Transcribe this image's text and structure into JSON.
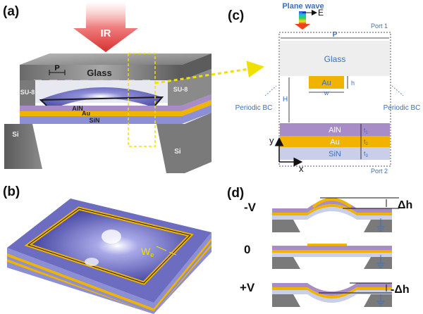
{
  "panels": {
    "a": {
      "label": "(a)",
      "beam": "IR",
      "period": "P",
      "glass": "Glass",
      "su8_left": "SU-8",
      "su8_right": "SU-8",
      "layers": [
        "AlN",
        "Au",
        "SiN"
      ],
      "si_left": "Si",
      "si_right": "Si"
    },
    "b": {
      "label": "(b)",
      "width_label": "W",
      "width_sub": "e"
    },
    "c": {
      "label": "(c)",
      "source": "Plane wave",
      "field": "E",
      "port1": "Port 1",
      "port2": "Port 2",
      "period": "P",
      "glass": "Glass",
      "au": "Au",
      "h": "h",
      "w": "w",
      "H": "H",
      "bc_left": "Periodic BC",
      "bc_right": "Periodic BC",
      "layers": [
        "AlN",
        "Au",
        "SiN"
      ],
      "thickness": [
        "t",
        "t",
        "t"
      ],
      "thickness_sub": [
        "1",
        "2",
        "3"
      ],
      "axis_y": "y",
      "axis_x": "x"
    },
    "d": {
      "label": "(d)",
      "voltages": [
        "-V",
        "0",
        "+V"
      ],
      "delta_pos": "Δh",
      "delta_neg": "-Δh"
    }
  },
  "colors": {
    "glass": "#d8d8d8",
    "aln": "#a78cc7",
    "au": "#f0b400",
    "sin": "#c9cfe8",
    "blue_text": "#3a6fbf",
    "ir_arrow": "#e85050",
    "si": "#6b6b6b"
  }
}
